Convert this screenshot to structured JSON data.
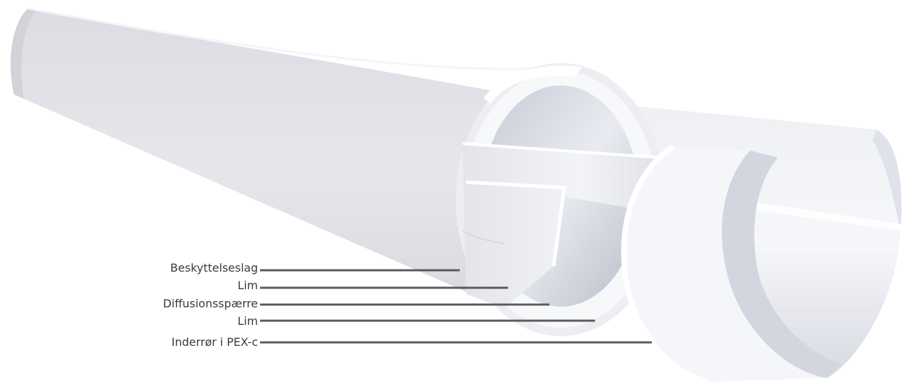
{
  "layers": [
    {
      "label": "Beskyttelseslag"
    },
    {
      "label": "Lim"
    },
    {
      "label": "Diffusionsspærre"
    },
    {
      "label": "Lim"
    },
    {
      "label": "Inderrør i PEX-c"
    }
  ],
  "colors": {
    "leader_line": "#5a5a5a",
    "text": "#3a3a3a",
    "pipe_outer": "#e2e3e8",
    "pipe_highlight": "#ffffff"
  }
}
